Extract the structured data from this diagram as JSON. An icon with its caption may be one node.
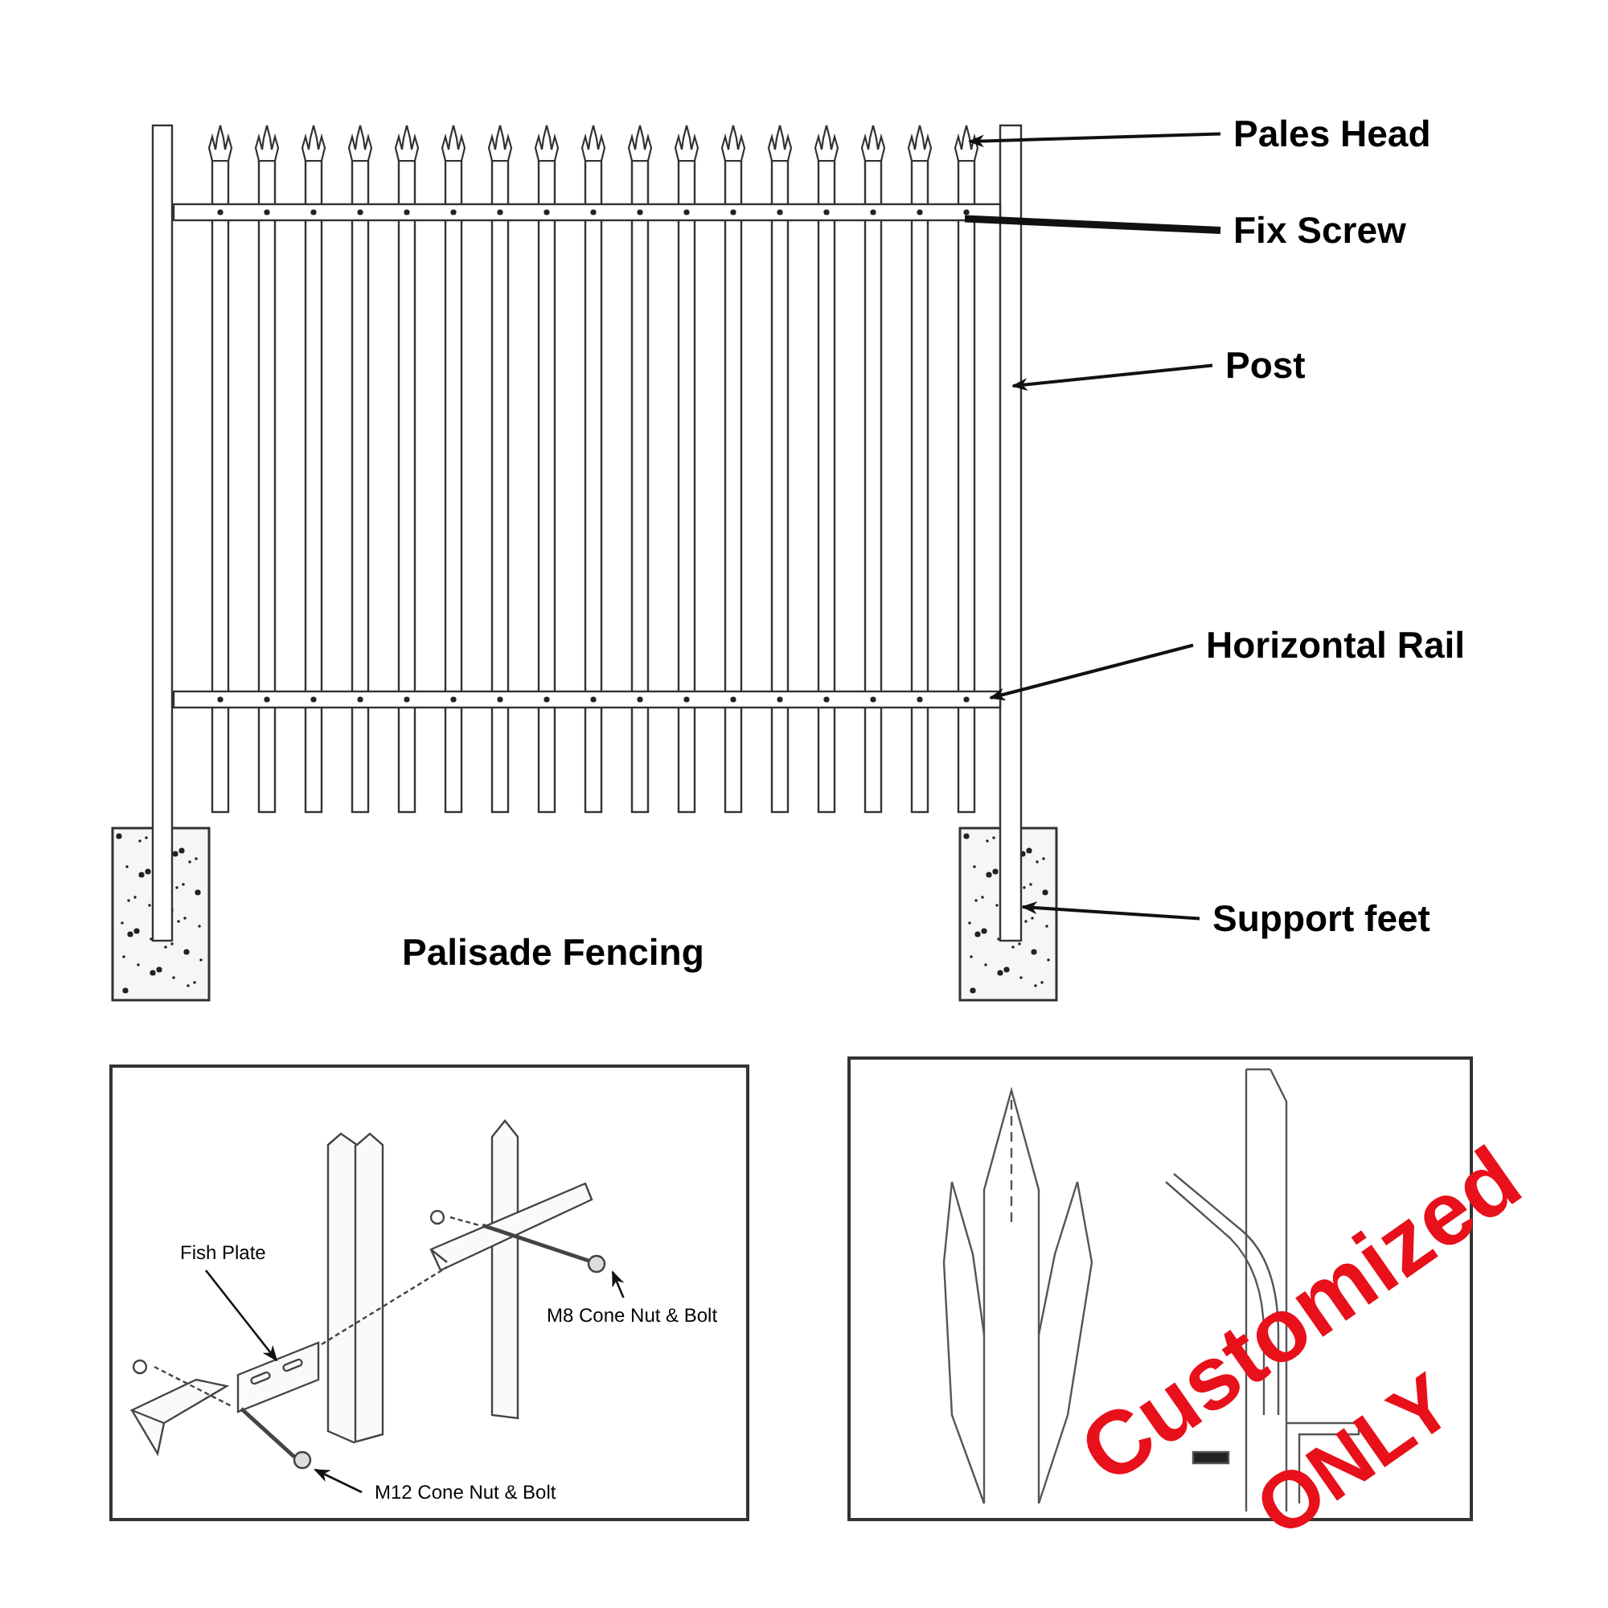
{
  "diagram": {
    "caption": "Palisade Fencing",
    "nodes": [
      {
        "text": [
          "Pales Head"
        ]
      },
      {
        "text": [
          "Fix Screw"
        ]
      },
      {
        "text": [
          "Post"
        ]
      },
      {
        "text": [
          "Horizontal Rail"
        ]
      },
      {
        "text": [
          "Support feet"
        ]
      },
      {
        "text": [
          "Fish Plate"
        ]
      },
      {
        "text": [
          "M8 Cone Nut & Bolt"
        ]
      },
      {
        "text": [
          "M12 Cone Nut & Bolt"
        ]
      },
      {
        "text": [],
        "shape": "box"
      },
      {
        "text": [],
        "shape": "picture"
      },
      {
        "text": [],
        "shape": "picture"
      }
    ],
    "edges": [
      {
        "from": 0,
        "to": null,
        "arrow": "to"
      },
      {
        "from": 1,
        "to": null,
        "arrow": "none",
        "style": "thick"
      },
      {
        "from": 2,
        "to": null,
        "arrow": "to"
      },
      {
        "from": 3,
        "to": null,
        "arrow": "to"
      },
      {
        "from": 4,
        "to": null,
        "arrow": "to"
      },
      {
        "from": 5,
        "to": 8,
        "arrow": "to"
      },
      {
        "from": 6,
        "to": 9,
        "arrow": "to"
      },
      {
        "from": 7,
        "to": 10,
        "arrow": "to"
      }
    ],
    "labels": [
      "Customized",
      "ONLY"
    ]
  }
}
